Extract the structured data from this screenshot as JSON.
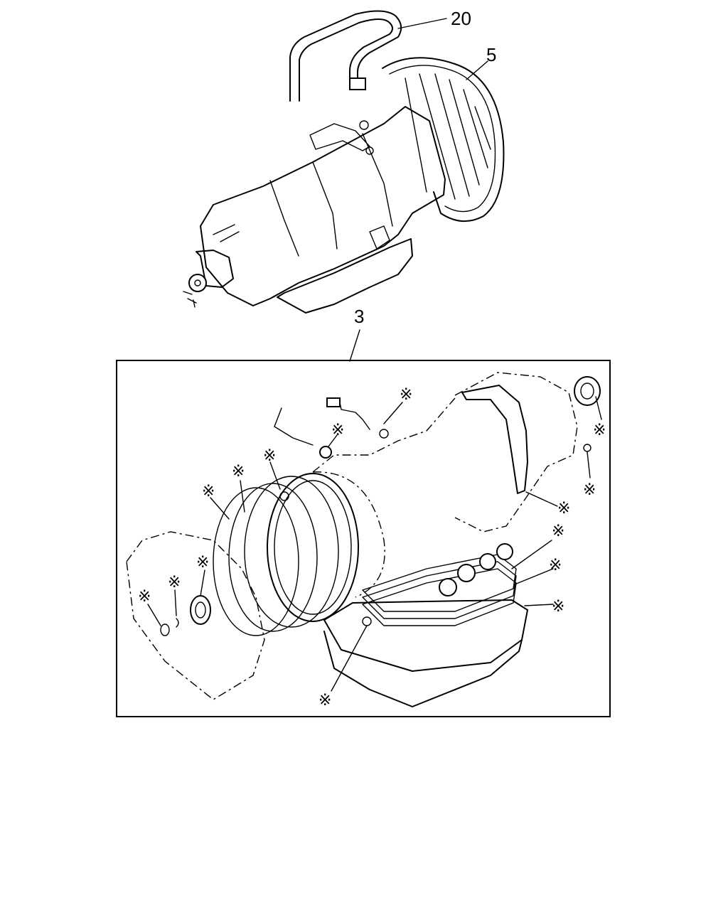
{
  "callouts": {
    "hose": "20",
    "transmission": "5",
    "gasket_kit": "3"
  },
  "kit_mark": "※"
}
